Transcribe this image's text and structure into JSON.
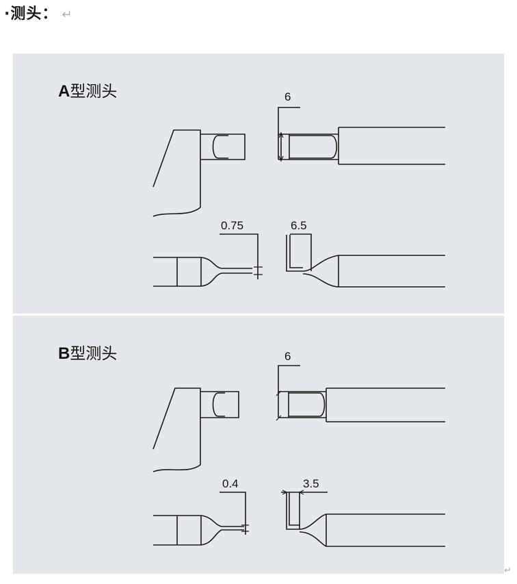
{
  "heading": {
    "text": "·测头：",
    "return_mark": "↵"
  },
  "panels": [
    {
      "letter": "A",
      "suffix": "型测头",
      "dims": {
        "tip_width": "6",
        "blade_thickness": "0.75",
        "blade_length": "6.5"
      }
    },
    {
      "letter": "B",
      "suffix": "型测头",
      "dims": {
        "tip_width": "6",
        "blade_thickness": "0.4",
        "blade_length": "3.5"
      }
    }
  ],
  "colors": {
    "panel_bg": "#e4e7ec",
    "line": "#1a1a1a",
    "mark": "#b0b0b0"
  },
  "end_mark": "↵"
}
